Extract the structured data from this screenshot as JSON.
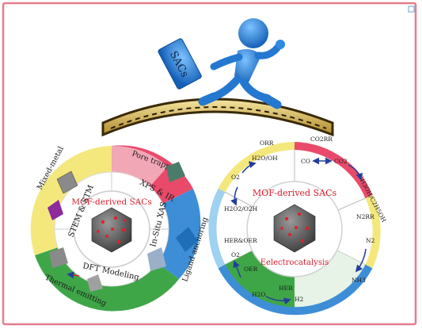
{
  "figure": {
    "frame_color": "#e57d8c",
    "sacs_box_label": "SACs",
    "left_circle": {
      "center_label": "MOF-derived SACs",
      "inner_ring": [
        "XPS & IR",
        "In-Situ XAS",
        "DFT Modeling",
        "STEM & STM"
      ],
      "outer_ring": [
        "Pore trapped",
        "Ligand anchoring",
        "Thermal emitting",
        "Mixed-metal"
      ]
    },
    "right_circle": {
      "center_title": "MOF-derived SACs",
      "center_subtitle": "Eelectrocatalysis",
      "segments": {
        "orr": {
          "label": "ORR",
          "species": [
            "H2O/OH",
            "O2",
            "H2O2/O2H"
          ]
        },
        "co2rr": {
          "label": "CO2RR",
          "species": [
            "CO",
            "CO2",
            "CH3OH/C2H5OH"
          ]
        },
        "n2rr": {
          "label": "N2RR",
          "species": [
            "N2",
            "NH3"
          ]
        },
        "her_oer": {
          "label": "HER&OER",
          "species": [
            "O2",
            "OER",
            "H2O",
            "HER",
            "H2"
          ]
        }
      }
    },
    "colors": {
      "yellow": "#f4e87c",
      "pink": "#e94a6a",
      "blue": "#3d8ed6",
      "green": "#3fa648",
      "arrow": "#243e9c",
      "red_text": "#d81c2a",
      "figure_blue": "#2c84d8"
    }
  }
}
